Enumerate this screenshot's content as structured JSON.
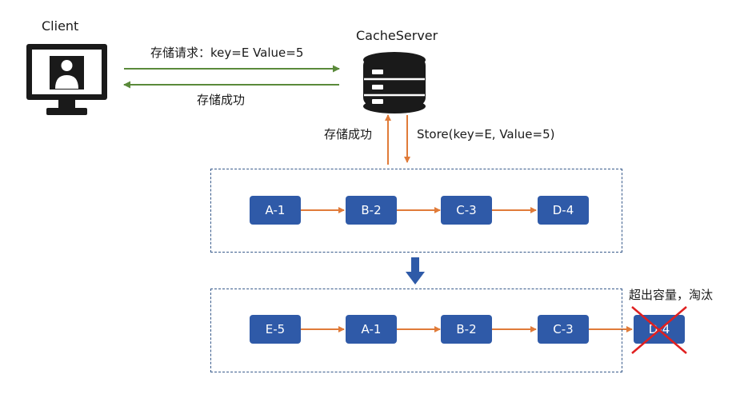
{
  "client": {
    "label": "Client",
    "icon": "monitor-user-icon"
  },
  "server": {
    "label": "CacheServer",
    "icon": "database-icon"
  },
  "messages": {
    "request": "存储请求：key=E  Value=5",
    "response": "存储成功",
    "up": "存储成功",
    "down": "Store(key=E, Value=5)"
  },
  "before": {
    "nodes": [
      "A-1",
      "B-2",
      "C-3",
      "D-4"
    ]
  },
  "after": {
    "nodes": [
      "E-5",
      "A-1",
      "B-2",
      "C-3"
    ],
    "evicted": "D-4",
    "evict_label": "超出容量，淘汰"
  },
  "colors": {
    "node": "#2f5aa8",
    "arrow_orange": "#e07b39",
    "arrow_green": "#5a8a3a",
    "box_border": "#36598a",
    "down_arrow": "#2e5aa8",
    "cross": "#e02020"
  }
}
